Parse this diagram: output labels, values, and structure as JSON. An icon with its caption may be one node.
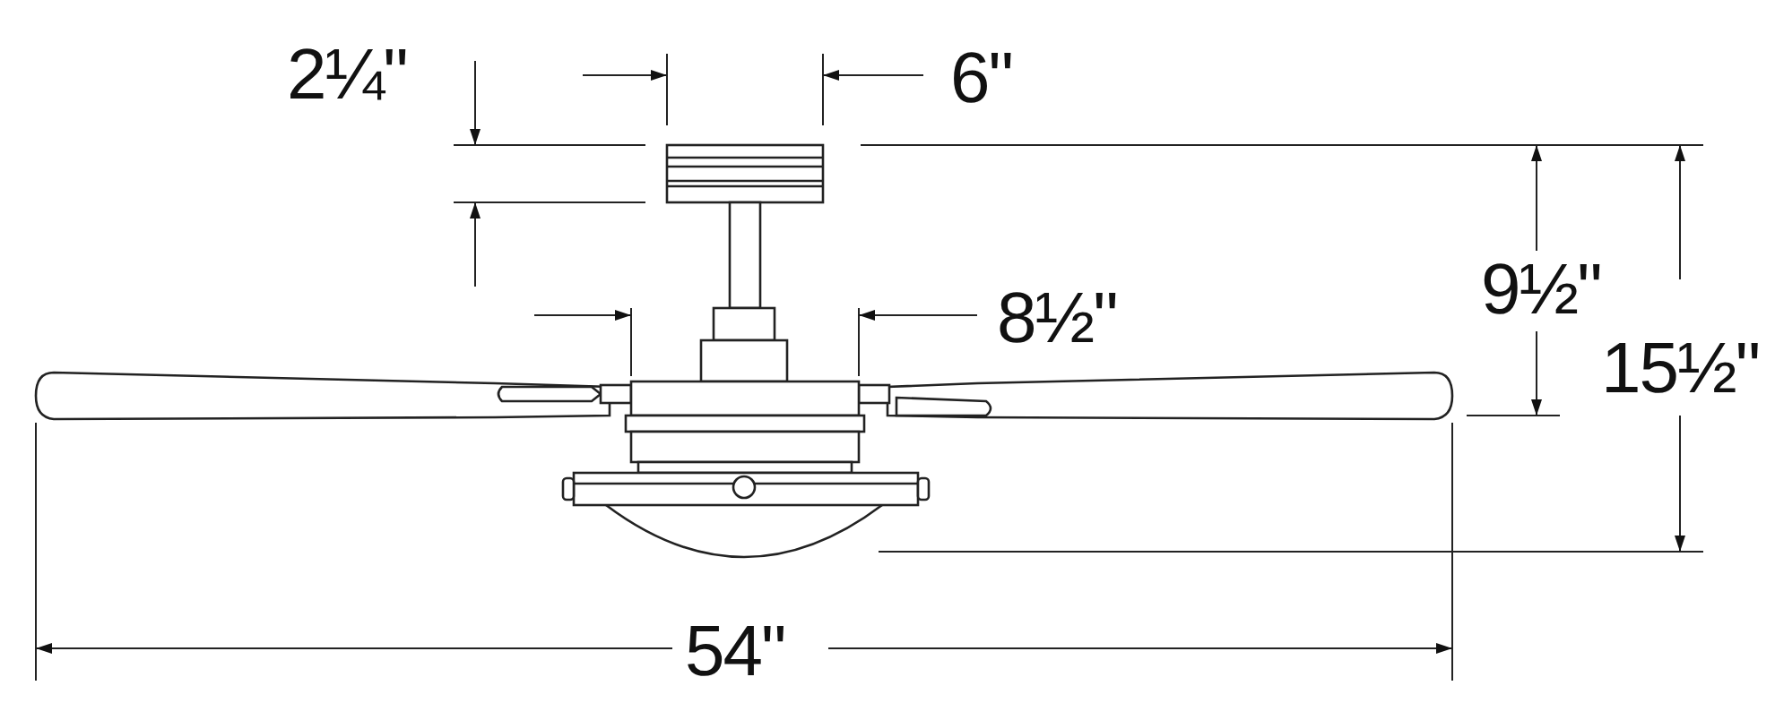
{
  "diagram": {
    "labels": [
      "2¼\"",
      "6\"",
      "8½\"",
      "9½\"",
      "15½\"",
      "54\""
    ]
  }
}
